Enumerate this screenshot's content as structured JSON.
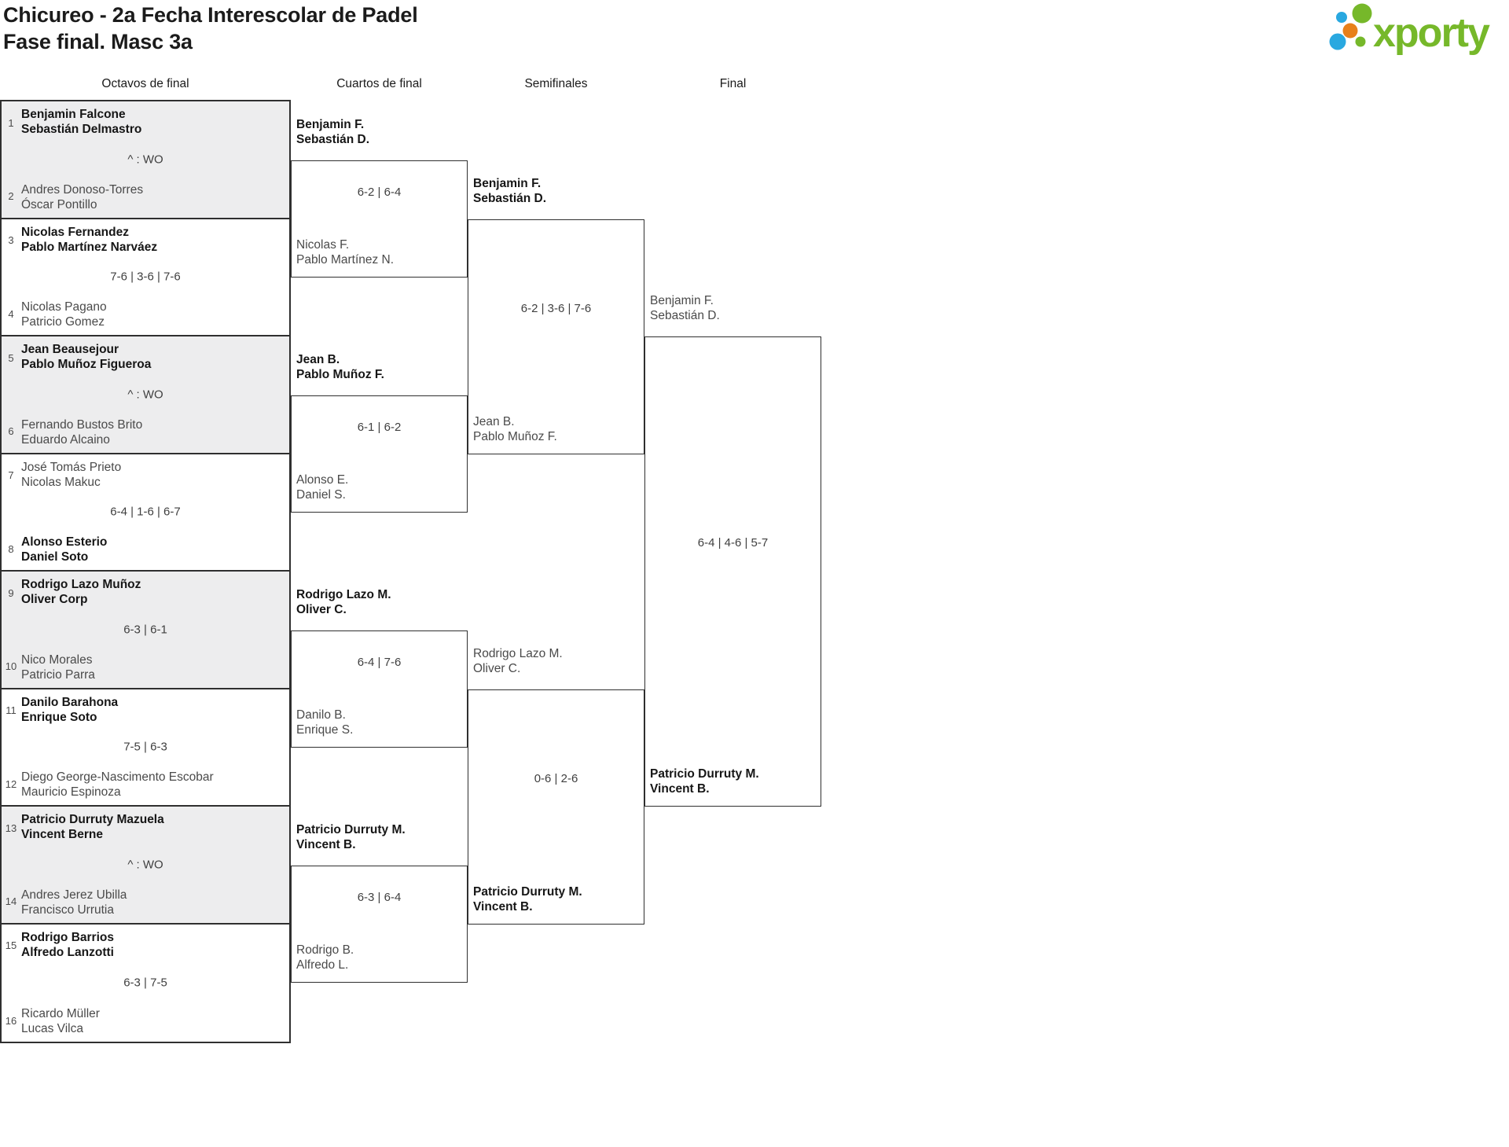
{
  "title": {
    "line1": "Chicureo - 2a Fecha Interescolar de Padel",
    "line2": "Fase final. Masc 3a"
  },
  "logo": {
    "text": "xporty",
    "colors": {
      "green": "#76b82a",
      "blue": "#29a8e0",
      "orange": "#e8801a"
    }
  },
  "column_headers": [
    "Octavos de final",
    "Cuartos de final",
    "Semifinales",
    "Final"
  ],
  "colors": {
    "shaded_row": "#ededee",
    "border": "#2f2f2f",
    "winner_text": "#161616",
    "loser_text": "#4a4a4a"
  },
  "octavos": [
    {
      "seed_top": "1",
      "top": [
        "Benjamin Falcone",
        "Sebastián Delmastro"
      ],
      "score": "^ : WO",
      "seed_bottom": "2",
      "bottom": [
        "Andres Donoso-Torres",
        "Óscar Pontillo"
      ],
      "winner": "top"
    },
    {
      "seed_top": "3",
      "top": [
        "Nicolas Fernandez",
        "Pablo Martínez Narváez"
      ],
      "score": "7-6 | 3-6 | 7-6",
      "seed_bottom": "4",
      "bottom": [
        "Nicolas Pagano",
        "Patricio Gomez"
      ],
      "winner": "top"
    },
    {
      "seed_top": "5",
      "top": [
        "Jean Beausejour",
        "Pablo Muñoz Figueroa"
      ],
      "score": "^ : WO",
      "seed_bottom": "6",
      "bottom": [
        "Fernando Bustos Brito",
        "Eduardo Alcaino"
      ],
      "winner": "top"
    },
    {
      "seed_top": "7",
      "top": [
        "José Tomás Prieto",
        "Nicolas Makuc"
      ],
      "score": "6-4 | 1-6 | 6-7",
      "seed_bottom": "8",
      "bottom": [
        "Alonso Esterio",
        "Daniel Soto"
      ],
      "winner": "bottom"
    },
    {
      "seed_top": "9",
      "top": [
        "Rodrigo Lazo Muñoz",
        "Oliver Corp"
      ],
      "score": "6-3 | 6-1",
      "seed_bottom": "10",
      "bottom": [
        "Nico Morales",
        "Patricio Parra"
      ],
      "winner": "top"
    },
    {
      "seed_top": "11",
      "top": [
        "Danilo Barahona",
        "Enrique Soto"
      ],
      "score": "7-5 | 6-3",
      "seed_bottom": "12",
      "bottom": [
        "Diego George-Nascimento Escobar",
        "Mauricio Espinoza"
      ],
      "winner": "top"
    },
    {
      "seed_top": "13",
      "top": [
        "Patricio Durruty Mazuela",
        "Vincent Berne"
      ],
      "score": "^ : WO",
      "seed_bottom": "14",
      "bottom": [
        "Andres Jerez Ubilla",
        "Francisco Urrutia"
      ],
      "winner": "top"
    },
    {
      "seed_top": "15",
      "top": [
        "Rodrigo Barrios",
        "Alfredo Lanzotti"
      ],
      "score": "6-3 | 7-5",
      "seed_bottom": "16",
      "bottom": [
        "Ricardo Müller",
        "Lucas Vilca"
      ],
      "winner": "top"
    }
  ],
  "cuartos": [
    {
      "top": [
        "Benjamin F.",
        "Sebastián D."
      ],
      "score": "6-2 | 6-4",
      "bottom": [
        "Nicolas F.",
        "Pablo Martínez N."
      ],
      "winner": "top"
    },
    {
      "top": [
        "Jean B.",
        "Pablo Muñoz F."
      ],
      "score": "6-1 | 6-2",
      "bottom": [
        "Alonso E.",
        "Daniel S."
      ],
      "winner": "top"
    },
    {
      "top": [
        "Rodrigo Lazo M.",
        "Oliver C."
      ],
      "score": "6-4 | 7-6",
      "bottom": [
        "Danilo B.",
        "Enrique S."
      ],
      "winner": "top"
    },
    {
      "top": [
        "Patricio Durruty M.",
        "Vincent B."
      ],
      "score": "6-3 | 6-4",
      "bottom": [
        "Rodrigo B.",
        "Alfredo L."
      ],
      "winner": "top"
    }
  ],
  "semifinales": [
    {
      "top": [
        "Benjamin F.",
        "Sebastián D."
      ],
      "score": "6-2 | 3-6 | 7-6",
      "bottom": [
        "Jean B.",
        "Pablo Muñoz F."
      ],
      "winner": "top"
    },
    {
      "top": [
        "Rodrigo Lazo M.",
        "Oliver C."
      ],
      "score": "0-6 | 2-6",
      "bottom": [
        "Patricio Durruty M.",
        "Vincent B."
      ],
      "winner": "bottom"
    }
  ],
  "final": {
    "top": [
      "Benjamin F.",
      "Sebastián D."
    ],
    "score": "6-4 | 4-6 | 5-7",
    "bottom": [
      "Patricio Durruty M.",
      "Vincent B."
    ],
    "winner": "bottom"
  }
}
